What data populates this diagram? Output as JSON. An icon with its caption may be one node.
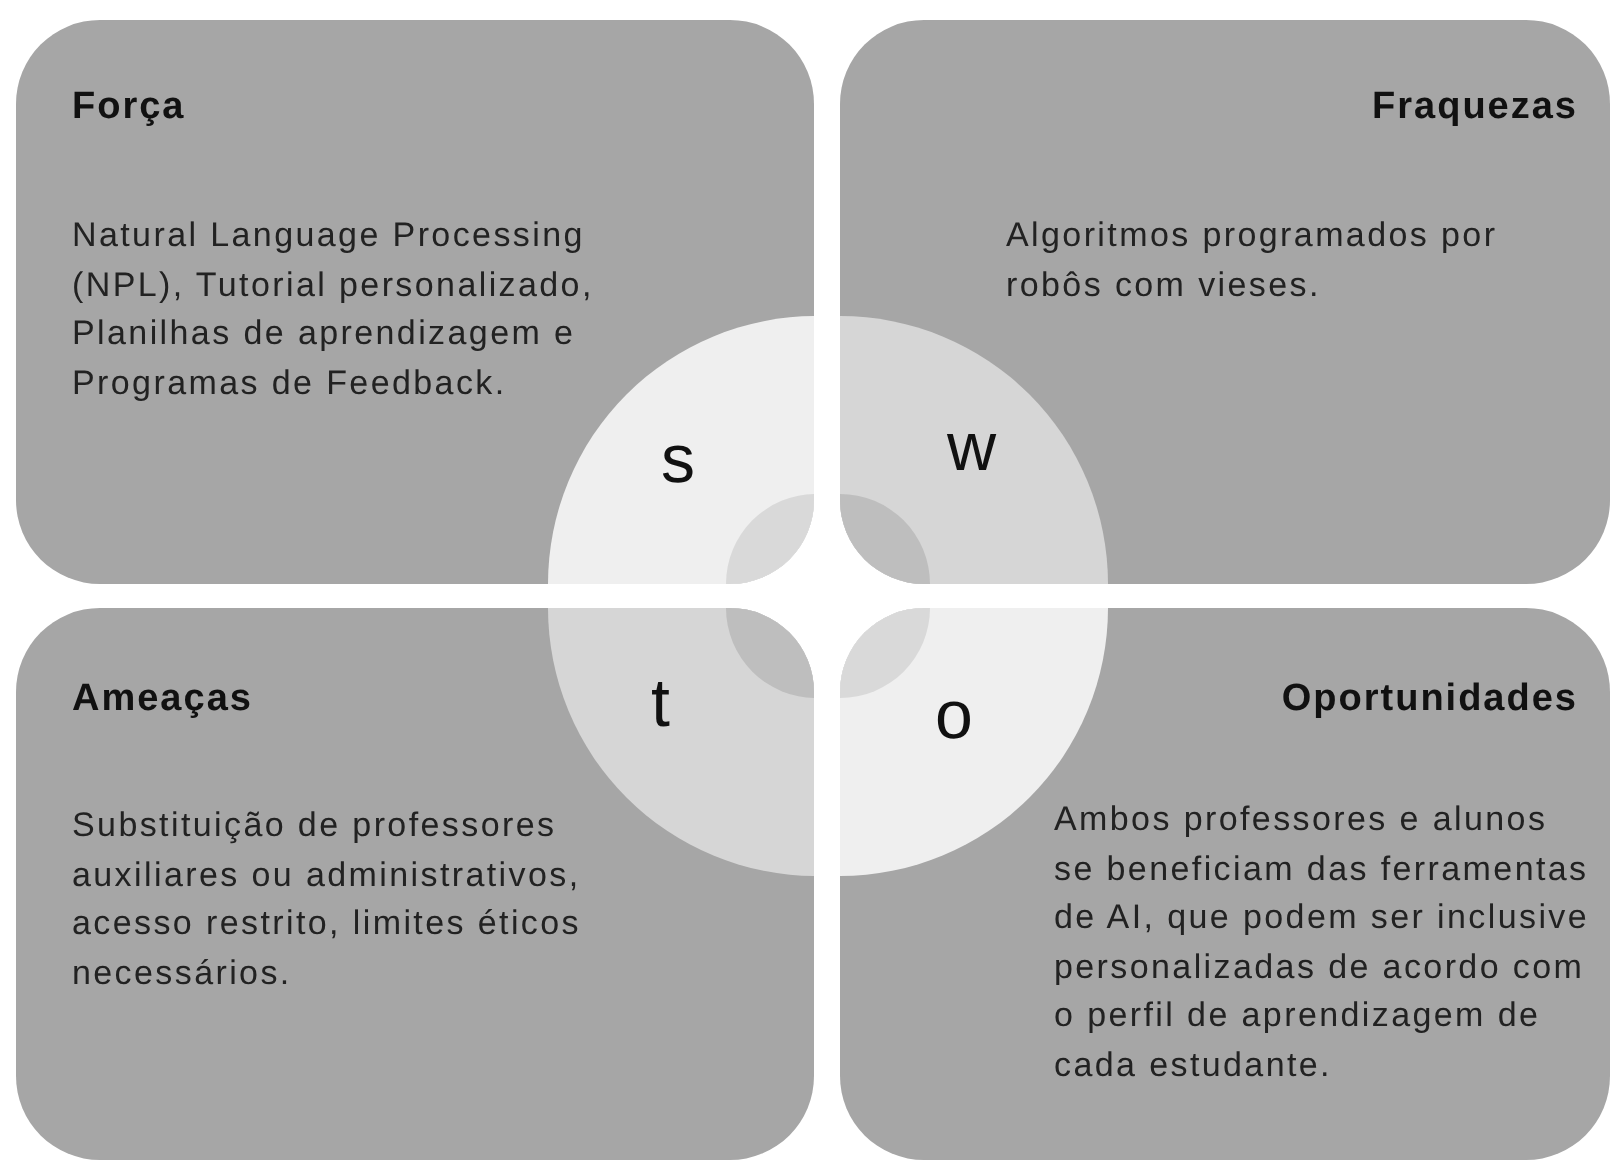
{
  "diagram": {
    "nodes": [
      {
        "text": [
          "Força",
          "Natural Language Processing (NPL), Tutorial personalizado, Planilhas de aprendizagem e Programas de Feedback."
        ]
      },
      {
        "text": [
          "Fraquezas",
          "Algoritmos programados por robôs com vieses."
        ]
      },
      {
        "text": [
          "Ameaças",
          "Substituição de professores auxiliares ou administrativos, acesso restrito, limites éticos necessários."
        ]
      },
      {
        "text": [
          "Oportunidades",
          "Ambos professores e alunos se beneficiam das ferramentas de AI, que podem ser inclusive personalizadas de acordo com o perfil de aprendizagem de cada estudante."
        ]
      },
      {
        "text": [
          "s"
        ],
        "in": 0
      },
      {
        "text": [
          "w"
        ],
        "in": 1
      },
      {
        "text": [
          "t"
        ],
        "in": 2
      },
      {
        "text": [
          "o"
        ],
        "in": 3
      }
    ]
  }
}
